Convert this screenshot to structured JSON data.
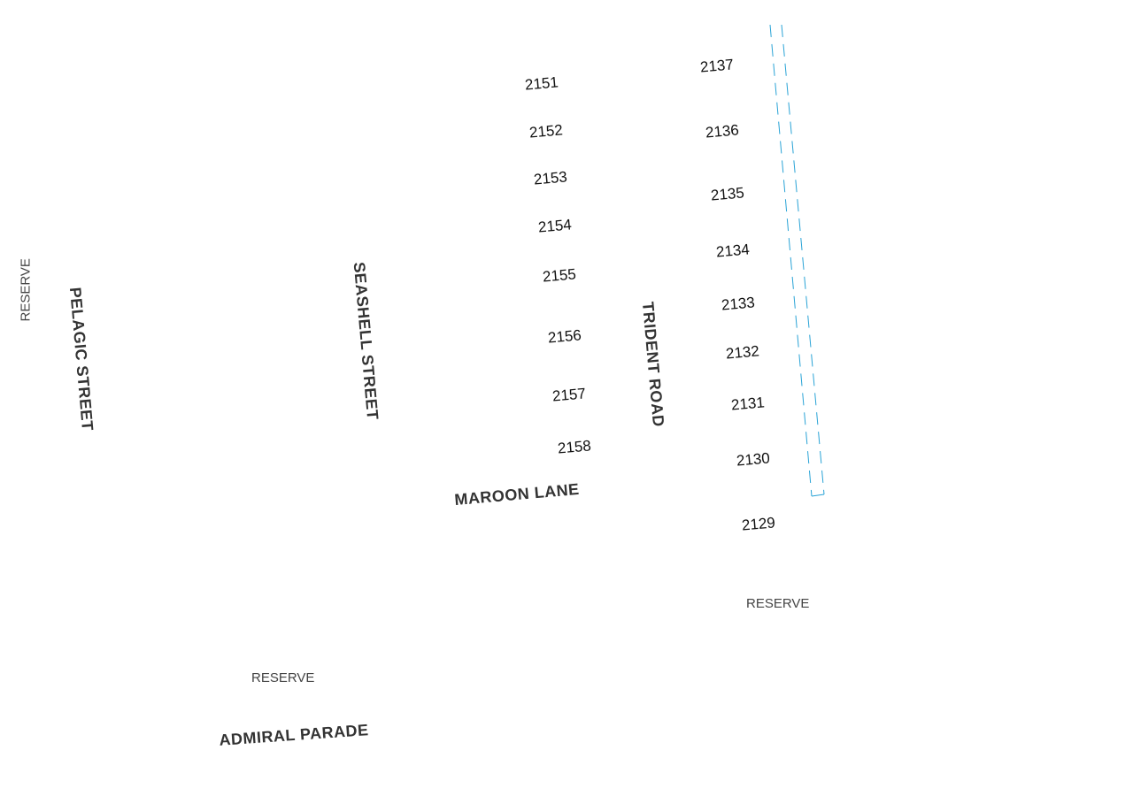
{
  "colors": {
    "street": "#333333",
    "parcel": "#111111",
    "reserve": "#444444",
    "boundary": "#29a3d6",
    "background": "#ffffff"
  },
  "streets": {
    "pelagic": "PELAGIC   STREET",
    "seashell": "SEASHELL   STREET",
    "trident": "TRIDENT   ROAD",
    "maroon": "MAROON    LANE",
    "admiral": "ADMIRAL PARADE"
  },
  "reserves": {
    "west": "RESERVE",
    "southeast": "RESERVE",
    "south": "RESERVE"
  },
  "parcels_west": [
    "2151",
    "2152",
    "2153",
    "2154",
    "2155",
    "2156",
    "2157",
    "2158"
  ],
  "parcels_east": [
    "2137",
    "2136",
    "2135",
    "2134",
    "2133",
    "2132",
    "2131",
    "2130",
    "2129"
  ]
}
